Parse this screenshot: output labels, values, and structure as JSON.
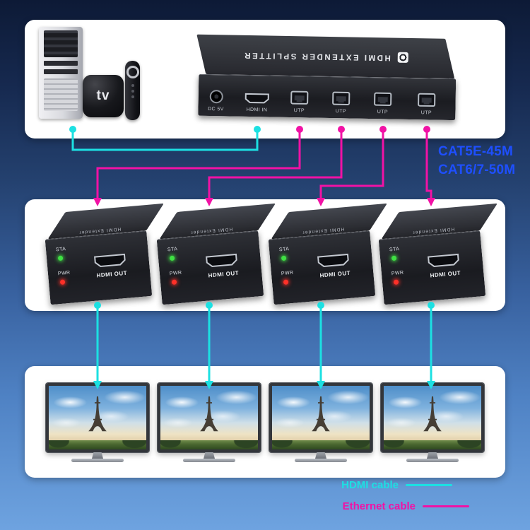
{
  "colors": {
    "hdmi-cable": "#1ce0e2",
    "ethernet-cable": "#f112a5",
    "cat-label": "#1e4fff",
    "led-green": "#3fe043",
    "led-red": "#ff3028"
  },
  "cat_labels": {
    "line1": "CAT5E-45M",
    "line2": "CAT6/7-50M"
  },
  "legend": {
    "hdmi": "HDMI cable",
    "ethernet": "Ethernet cable"
  },
  "source": {
    "tv_box_logo": "tv"
  },
  "splitter": {
    "top_label": "HDMI EXTENDER SPLITTER",
    "ports": {
      "power_label": "DC 5V",
      "hdmi_in_label": "HDMI IN",
      "utp_label": "UTP"
    }
  },
  "receiver": {
    "top_label": "HDMI Extender",
    "sta_label": "STA",
    "pwr_label": "PWR",
    "hdmi_out_label": "HDMI OUT"
  }
}
